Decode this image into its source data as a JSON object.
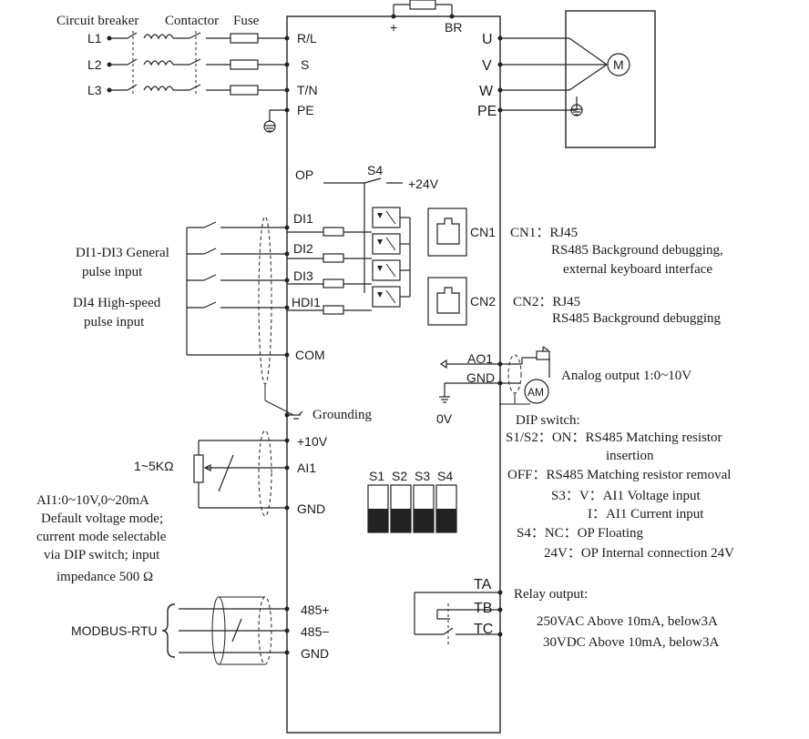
{
  "header": {
    "circuit_breaker": "Circuit breaker",
    "contactor": "Contactor",
    "fuse": "Fuse"
  },
  "inputs": {
    "l1": "L1",
    "l2": "L2",
    "l3": "L3",
    "rl": "R/L",
    "s": "S",
    "tn": "T/N",
    "pe": "PE"
  },
  "braking": {
    "plus": "+",
    "br": "BR"
  },
  "outputs": {
    "u": "U",
    "v": "V",
    "w": "W",
    "pe": "PE",
    "motor": "M"
  },
  "digital": {
    "op": "OP",
    "s4": "S4",
    "plus24v": "+24V",
    "di1": "DI1",
    "di2": "DI2",
    "di3": "DI3",
    "hdi1": "HDI1",
    "com": "COM",
    "note_general_1": "DI1-DI3 General",
    "note_general_2": "pulse input",
    "note_hs_1": "DI4 High-speed",
    "note_hs_2": "pulse input"
  },
  "comm": {
    "cn1": "CN1",
    "cn2": "CN2",
    "cn1_desc_1": "CN1：RJ45",
    "cn1_desc_2": "RS485 Background debugging,",
    "cn1_desc_3": "external keyboard interface",
    "cn2_desc_1": "CN2：RJ45",
    "cn2_desc_2": "RS485 Background debugging"
  },
  "analog_out": {
    "ao1": "AO1",
    "gnd": "GND",
    "zero_v": "0V",
    "meter": "AM",
    "desc": "Analog output 1:0~10V"
  },
  "grounding": {
    "label": "Grounding"
  },
  "analog_in": {
    "p10v": "+10V",
    "ai1": "AI1",
    "gnd": "GND",
    "pot": "1~5KΩ",
    "note_1": "AI1:0~10V,0~20mA",
    "note_2": "Default voltage mode;",
    "note_3": "current mode selectable",
    "note_4": "via DIP switch; input",
    "note_5": "impedance 500 Ω"
  },
  "dip": {
    "switches": [
      "S1",
      "S2",
      "S3",
      "S4"
    ],
    "title": "DIP switch:",
    "l1": "S1/S2：ON：RS485 Matching resistor",
    "l2": "insertion",
    "l3": "OFF：RS485 Matching resistor removal",
    "l4": "S3：V：AI1 Voltage input",
    "l5": "I：AI1 Current input",
    "l6": "S4：NC：OP Floating",
    "l7": "24V：OP Internal connection 24V"
  },
  "relay": {
    "ta": "TA",
    "tb": "TB",
    "tc": "TC",
    "title": "Relay output:",
    "l1": "250VAC Above 10mA, below3A",
    "l2": "30VDC Above 10mA, below3A"
  },
  "modbus": {
    "label": "MODBUS-RTU",
    "p485": "485+",
    "n485": "485−",
    "gnd": "GND"
  }
}
